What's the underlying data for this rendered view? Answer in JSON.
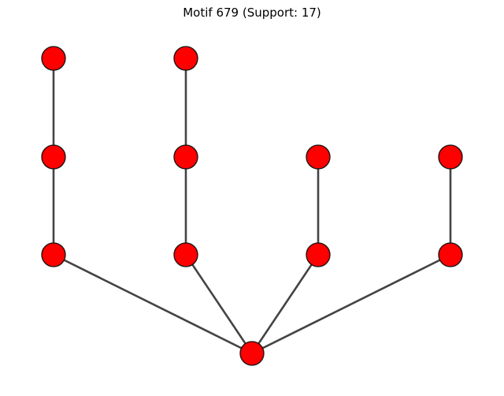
{
  "title": "Motif 679 (Support: 17)",
  "colors": {
    "node_fill": "#ff0000",
    "node_stroke": "#111111",
    "edge": "#444444",
    "background": "#ffffff"
  },
  "graph": {
    "nodes": [
      "n0",
      "n1",
      "n2",
      "n3",
      "n4",
      "n5",
      "n6",
      "n7",
      "n8",
      "n9",
      "n10"
    ],
    "edges": [
      [
        "n0",
        "n1"
      ],
      [
        "n0",
        "n2"
      ],
      [
        "n0",
        "n3"
      ],
      [
        "n0",
        "n4"
      ],
      [
        "n1",
        "n5"
      ],
      [
        "n5",
        "n6"
      ],
      [
        "n2",
        "n7"
      ],
      [
        "n7",
        "n8"
      ],
      [
        "n3",
        "n9"
      ],
      [
        "n4",
        "n10"
      ]
    ]
  }
}
